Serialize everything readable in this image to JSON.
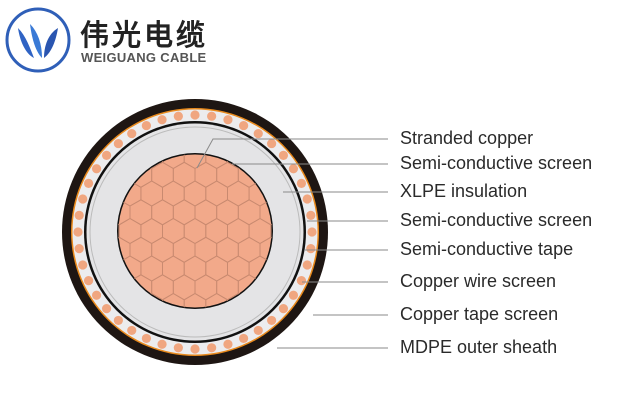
{
  "brand": {
    "name_cn": "伟光电缆",
    "name_en": "WEIGUANG CABLE",
    "logo_color": "#2f5fb8"
  },
  "colors": {
    "sheath": "#1e1613",
    "copper": "#f2a98a",
    "insulation": "#e4e4e6",
    "copper_tape": "#e8891c",
    "leader": "#8a8a8a"
  },
  "labels": [
    "Stranded copper",
    "Semi-conductive screen",
    "XLPE insulation",
    "Semi-conductive screen",
    "Semi-conductive tape",
    "Copper wire screen",
    "Copper tape screen",
    "MDPE outer sheath"
  ]
}
